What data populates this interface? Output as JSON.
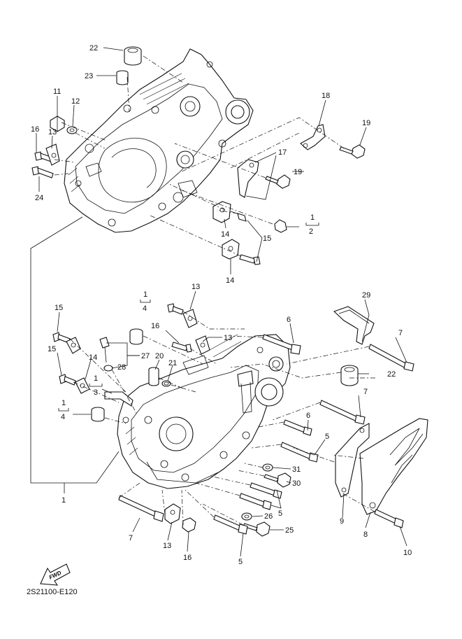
{
  "diagram_code": "2S21100-E120",
  "fwd_label": "FWD",
  "callouts": {
    "c22a": "22",
    "c23": "23",
    "c11": "11",
    "c12": "12",
    "c18": "18",
    "c19a": "19",
    "c16a": "16",
    "c13a": "13",
    "c17": "17",
    "c19b": "19",
    "c24": "24",
    "c1a": "1",
    "c2": "2",
    "c15a": "15",
    "c14a": "14",
    "c14b": "14",
    "c1b": "1",
    "c4a": "4",
    "c13b": "13",
    "c16b": "16",
    "c29": "29",
    "c15b": "15",
    "c6a": "6",
    "c7a": "7",
    "c13c": "13",
    "c15c": "15",
    "c14c": "14",
    "c27": "27",
    "c20": "20",
    "c21": "21",
    "c28": "28",
    "c22b": "22",
    "c1c": "1",
    "c3": "3",
    "c7b": "7",
    "c1d": "1",
    "c4b": "4",
    "c6b": "6",
    "c5a": "5",
    "c31": "31",
    "c30": "30",
    "c5b": "5",
    "c9": "9",
    "c8": "8",
    "c26": "26",
    "c25": "25",
    "c10": "10",
    "c1e": "1",
    "c7c": "7",
    "c13d": "13",
    "c16c": "16",
    "c5c": "5"
  }
}
